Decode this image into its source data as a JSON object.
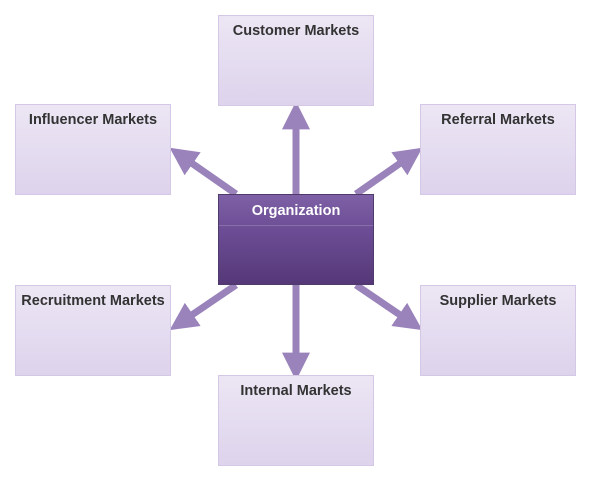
{
  "diagram": {
    "center": {
      "label": "Organization"
    },
    "markets": {
      "customer": {
        "label": "Customer Markets"
      },
      "influencer": {
        "label": "Influencer Markets"
      },
      "referral": {
        "label": "Referral Markets"
      },
      "recruitment": {
        "label": "Recruitment Markets"
      },
      "supplier": {
        "label": "Supplier Markets"
      },
      "internal": {
        "label": "Internal Markets"
      }
    }
  },
  "colors": {
    "arrow": "#9a82bb",
    "center_fill": "#6a4b93",
    "box_fill": "#e5dcf0",
    "box_border": "#d4c8e6",
    "label_text": "#333333"
  }
}
